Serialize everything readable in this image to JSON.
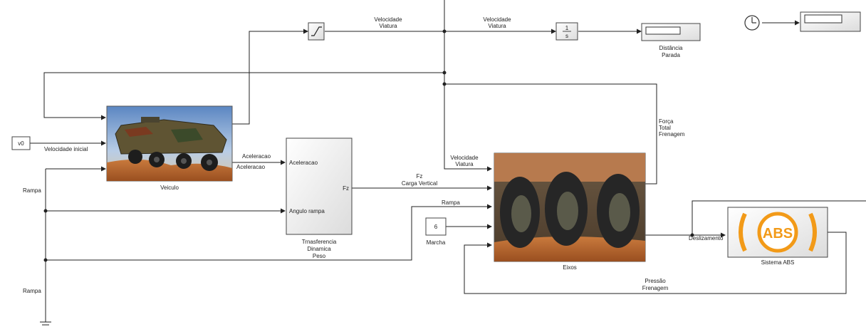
{
  "blocks": {
    "saturation": {
      "icon": "saturation-icon"
    },
    "integrator": {
      "numerator": "1",
      "denominator": "s"
    },
    "scope_distance": {
      "label_line1": "Distância",
      "label_line2": "Parada"
    },
    "clock": {
      "icon": "clock-icon"
    },
    "vehicle": {
      "label": "Veiculo"
    },
    "initial_speed_const": {
      "value": "v0"
    },
    "load_transfer": {
      "label_line1": "Trnasferencia",
      "label_line2": "Dinamica",
      "label_line3": "Peso",
      "port_in1": "Aceleracao",
      "port_in2": "Angulo rampa",
      "port_out1": "Fz"
    },
    "gear_const": {
      "value": "6"
    },
    "gear_label": "Marcha",
    "axles": {
      "label": "Eixos"
    },
    "abs": {
      "label": "Sistema ABS",
      "logo_text": "ABS"
    }
  },
  "signals": {
    "vel_top_1_l1": "Velocidade",
    "vel_top_1_l2": "Viatura",
    "vel_top_2_l1": "Velocidade",
    "vel_top_2_l2": "Viatura",
    "init_speed": "Velocidade inicial",
    "accel_top": "Aceleracao",
    "accel_bottom": "Aceleracao",
    "fz_l1": "Fz",
    "fz_l2": "Carga Vertical",
    "vel_axle_l1": "Velocidade",
    "vel_axle_l2": "Viatura",
    "forca_l1": "Força",
    "forca_l2": "Total",
    "forca_l3": "Frenagem",
    "rampa_left_1": "Rampa",
    "rampa_left_2": "Rampa",
    "rampa_axle": "Rampa",
    "slip": "Deslizamento",
    "pressure_l1": "Pressão",
    "pressure_l2": "Frenagem"
  },
  "colors": {
    "abs_orange": "#f29a18",
    "wire": "#222222"
  }
}
